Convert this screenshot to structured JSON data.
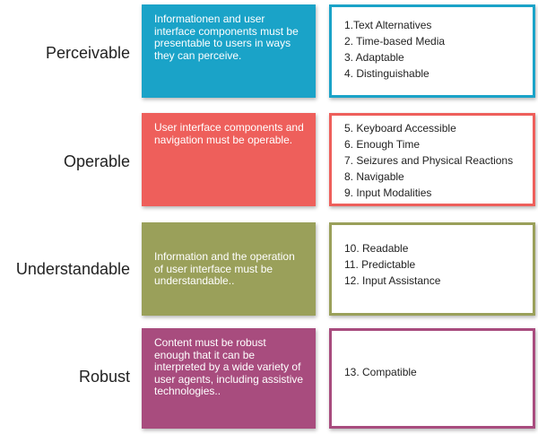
{
  "colors": {
    "perceivable": "#1aa3c8",
    "operable": "#ee5f5b",
    "understandable": "#9aa05a",
    "robust": "#a84c7e"
  },
  "principles": [
    {
      "label": "Perceivable",
      "description": "Informationen and user interface components must be presentable to users in ways they can perceive.",
      "guidelines": [
        "1.Text Alternatives",
        "2. Time-based Media",
        "3. Adaptable",
        "4. Distinguishable"
      ]
    },
    {
      "label": "Operable",
      "description": "User interface components and navigation must be operable.",
      "guidelines": [
        "5. Keyboard Accessible",
        "6. Enough Time",
        "7. Seizures and Physical Reactions",
        "8. Navigable",
        "9. Input Modalities"
      ]
    },
    {
      "label": "Understandable",
      "description": "Information and the operation of user interface must be understandable..",
      "guidelines": [
        "10. Readable",
        "11. Predictable",
        "12. Input Assistance"
      ]
    },
    {
      "label": "Robust",
      "description": "Content must be robust enough that it can be interpreted by a wide variety of user agents, including assistive technologies..",
      "guidelines": [
        "13. Compatible"
      ]
    }
  ]
}
